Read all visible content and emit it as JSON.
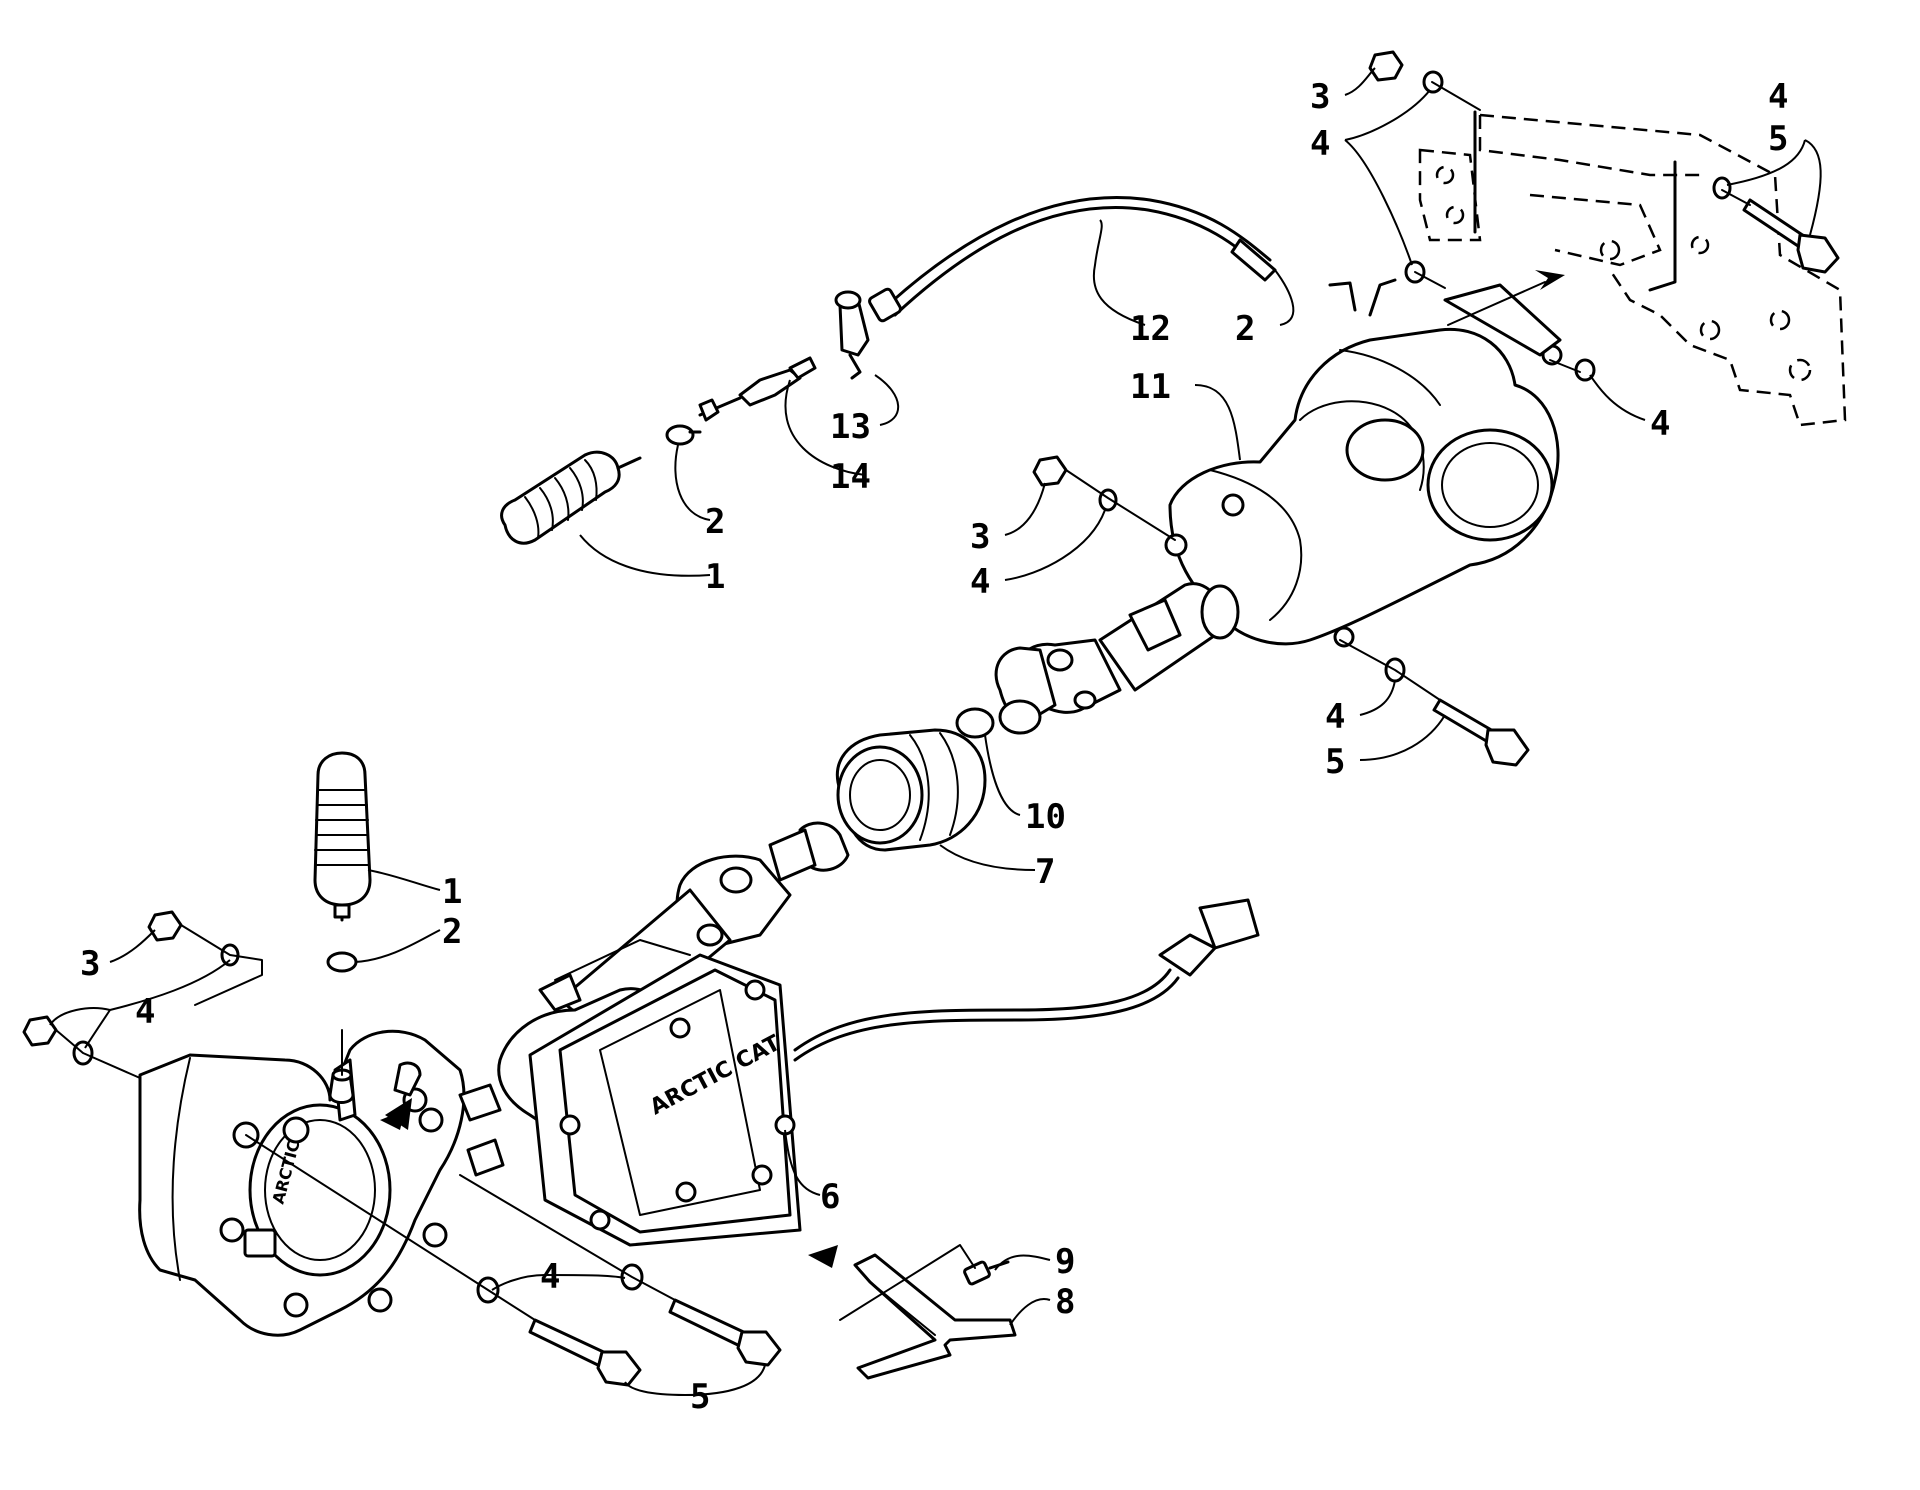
{
  "labels": {
    "l3_top": "3",
    "l4_top_a": "4",
    "l4_top_b": "4",
    "l5_top": "5",
    "l12": "12",
    "l2_top": "2",
    "l11": "11",
    "l4_right": "4",
    "l13": "13",
    "l14": "14",
    "l2_mid": "2",
    "l1_mid": "1",
    "l3_mid": "3",
    "l4_mid": "4",
    "l4_lowmid": "4",
    "l5_lowmid": "5",
    "l10": "10",
    "l7": "7",
    "l1_low": "1",
    "l2_low": "2",
    "l3_low": "3",
    "l4_low": "4",
    "l6": "6",
    "l9": "9",
    "l8": "8",
    "l4_bottom": "4",
    "l5_bottom": "5"
  },
  "housing_text": "ARCTIC CAT",
  "cover_text": "ARCTIC"
}
